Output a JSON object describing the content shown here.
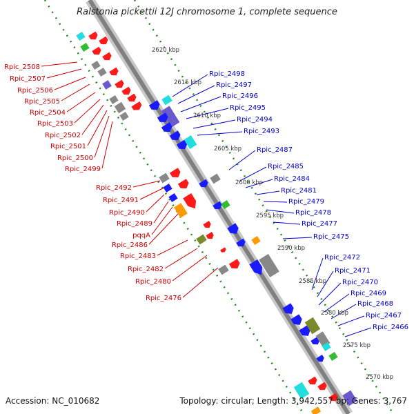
{
  "title": "Ralstonia pickettii 12J chromosome 1, complete sequence",
  "footer": {
    "accession": "Accession: NC_010682",
    "summary": "Topology: circular; Length: 3,942,557 bp; Genes: 3,767"
  },
  "colors": {
    "backbone": "#808080",
    "tick_dots": "#1a8a1a",
    "left_labels": "#cc0000",
    "right_labels": "#0000cc",
    "feature_red": "#ff1a1a",
    "feature_blue": "#1a1aff",
    "feature_cyan": "#22dddd",
    "feature_gray": "#888888",
    "feature_olive": "#7a8a2a",
    "feature_orange": "#ff9900",
    "feature_purple": "#6a5acd",
    "feature_green": "#33bb33"
  },
  "ticks": [
    "2620 kbp",
    "2615 kbp",
    "2610 kbp",
    "2605 kbp",
    "2600 kbp",
    "2595 kbp",
    "2590 kbp",
    "2585 kbp",
    "2580 kbp",
    "2575 kbp",
    "2570 kbp"
  ],
  "left_labels": [
    "Rpic_2508",
    "Rpic_2507",
    "Rpic_2506",
    "Rpic_2505",
    "Rpic_2504",
    "Rpic_2503",
    "Rpic_2502",
    "Rpic_2501",
    "Rpic_2500",
    "Rpic_2499",
    "Rpic_2492",
    "Rpic_2491",
    "Rpic_2490",
    "Rpic_2489",
    "pqqA",
    "Rpic_2486",
    "Rpic_2483",
    "Rpic_2482",
    "Rpic_2480",
    "Rpic_2476"
  ],
  "right_labels": [
    "Rpic_2498",
    "Rpic_2497",
    "Rpic_2496",
    "Rpic_2495",
    "Rpic_2494",
    "Rpic_2493",
    "Rpic_2487",
    "Rpic_2485",
    "Rpic_2484",
    "Rpic_2481",
    "Rpic_2479",
    "Rpic_2478",
    "Rpic_2477",
    "Rpic_2475",
    "Rpic_2472",
    "Rpic_2471",
    "Rpic_2470",
    "Rpic_2469",
    "Rpic_2468",
    "Rpic_2467",
    "Rpic_2466"
  ]
}
